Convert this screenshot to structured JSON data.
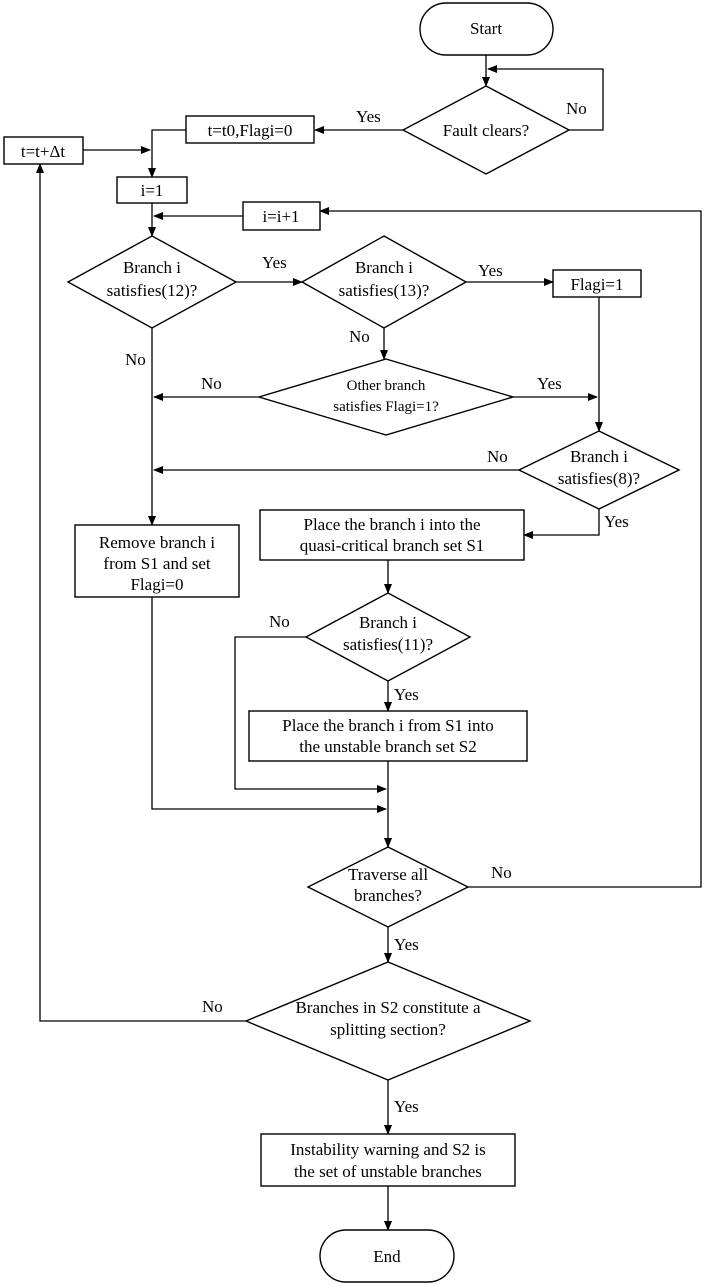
{
  "nodes": {
    "start": "Start",
    "fault_clears": "Fault clears?",
    "init": "t=t0,Flagi=0",
    "time_step": "t=t+Δt",
    "i_init": "i=1",
    "i_incr": "i=i+1",
    "cond12": [
      "Branch i",
      "satisfies(12)?"
    ],
    "cond13": [
      "Branch i",
      "satisfies(13)?"
    ],
    "flag_set": "Flagi=1",
    "other_flag": [
      "Other branch",
      "satisfies Flagi=1?"
    ],
    "cond8": [
      "Branch i",
      "satisfies(8)?"
    ],
    "remove": [
      "Remove branch i",
      "from S1 and set",
      "Flagi=0"
    ],
    "place_s1": [
      "Place the branch i into the",
      "quasi-critical branch set S1"
    ],
    "cond11": [
      "Branch i",
      "satisfies(11)?"
    ],
    "place_s2": [
      "Place the branch i from S1 into",
      "the unstable branch set S2"
    ],
    "traverse": [
      "Traverse all",
      "branches?"
    ],
    "splitting": [
      "Branches in S2 constitute a",
      "splitting section?"
    ],
    "warning": [
      "Instability warning and S2 is",
      "the set of unstable branches"
    ],
    "end": "End"
  },
  "labels": {
    "yes": "Yes",
    "no": "No"
  }
}
